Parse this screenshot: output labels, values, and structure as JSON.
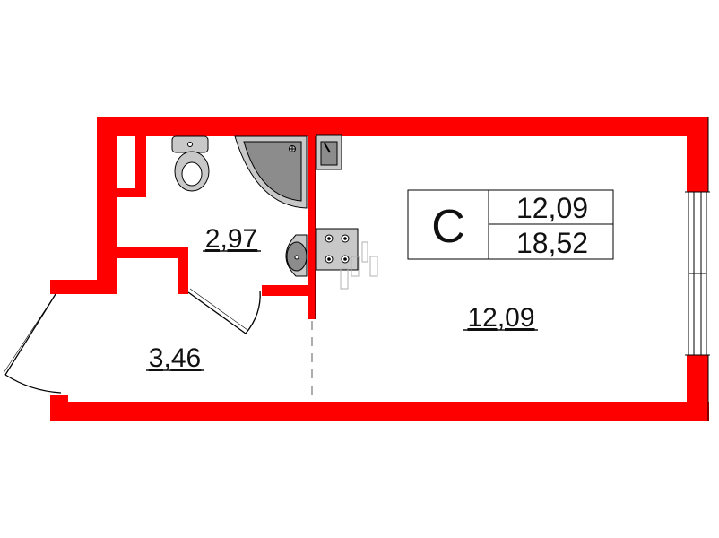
{
  "colors": {
    "wall": "#ff0000",
    "line": "#000000",
    "fixture_fill": "#c8c8c8",
    "fixture_dark": "#8c8c8c",
    "background": "#ffffff"
  },
  "apartment": {
    "type_label": "С",
    "living_area": "12,09",
    "total_area": "18,52"
  },
  "rooms": [
    {
      "id": "bathroom",
      "area": "2,97"
    },
    {
      "id": "hallway",
      "area": "3,46"
    },
    {
      "id": "living-room",
      "area": "12,09"
    }
  ],
  "icons": [
    "toilet-icon",
    "shower-tray-icon",
    "washbasin-icon",
    "kitchen-sink-icon",
    "stove-icon",
    "entrance-door-icon",
    "balcony-window-icon"
  ]
}
